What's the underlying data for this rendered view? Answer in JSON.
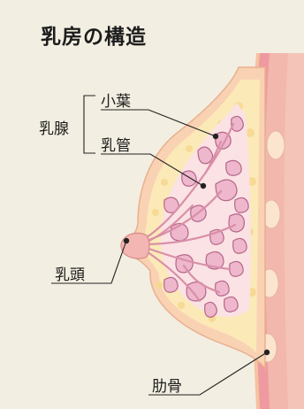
{
  "title": "乳房の構造",
  "labels": {
    "lobule": "小葉",
    "mammary_gland": "乳腺",
    "duct": "乳管",
    "nipple": "乳頭",
    "rib": "肋骨"
  },
  "colors": {
    "background": "#f2eee1",
    "skin": "#f9d2b4",
    "fat": "#fbe9b7",
    "lobule": "#eeb7cc",
    "lobule_outline": "#b46689",
    "chest_wall": "#efb0a5",
    "rib": "#fbe5cf",
    "line": "#222222"
  }
}
